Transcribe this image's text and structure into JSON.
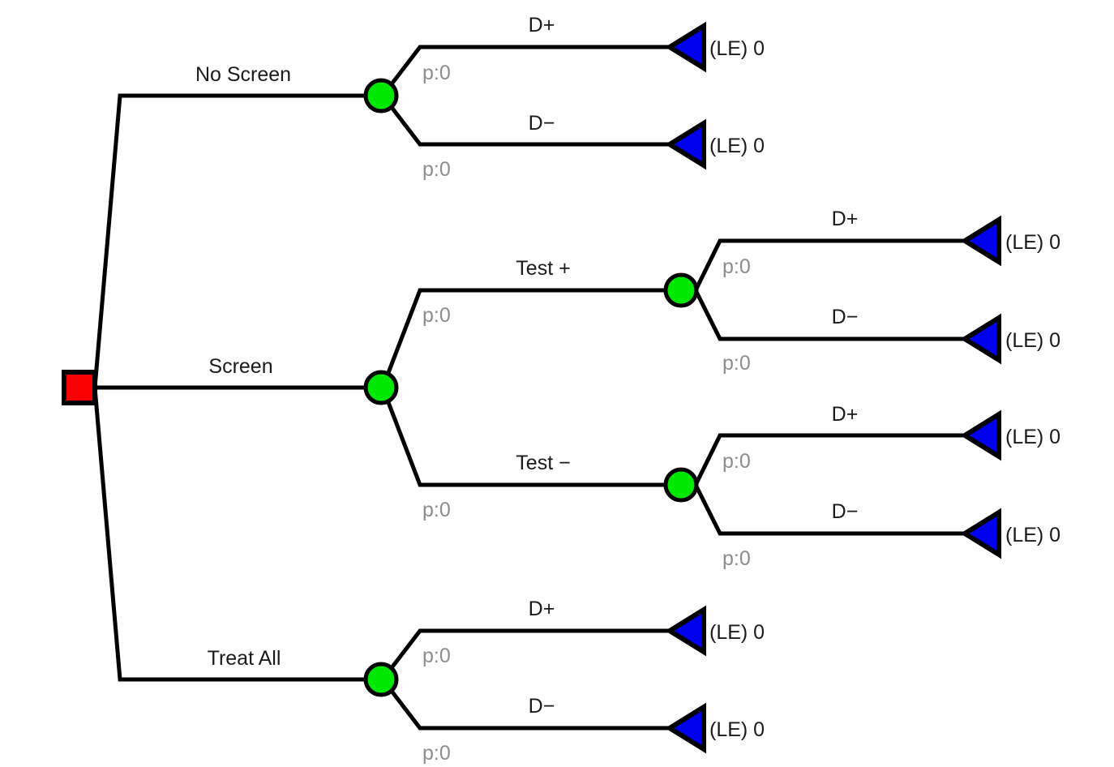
{
  "diagram": {
    "type": "decision-tree",
    "title": "",
    "background_color": "#ffffff",
    "node_colors": {
      "decision": "#fb0000",
      "chance": "#00e800",
      "terminal": "#0000ee",
      "line": "#000000",
      "probability_text": "#8c8c8c",
      "label_text": "#1a1a1a"
    }
  },
  "root": {
    "name": "root-decision-node",
    "node_type": "decision"
  },
  "branches": {
    "no_screen": {
      "label": "No Screen",
      "chance_node": "chance-node-no-screen",
      "outcomes": [
        {
          "label": "D+",
          "probability": "p:0",
          "payoff": "(LE) 0"
        },
        {
          "label": "D−",
          "probability": "p:0",
          "payoff": "(LE) 0"
        }
      ]
    },
    "screen": {
      "label": "Screen",
      "chance_node": "chance-node-screen",
      "outcomes": [
        {
          "label": "Test +",
          "probability": "p:0",
          "chance_node": "chance-node-test-positive",
          "outcomes": [
            {
              "label": "D+",
              "probability": "p:0",
              "payoff": "(LE) 0"
            },
            {
              "label": "D−",
              "probability": "p:0",
              "payoff": "(LE) 0"
            }
          ]
        },
        {
          "label": "Test −",
          "probability": "p:0",
          "chance_node": "chance-node-test-negative",
          "outcomes": [
            {
              "label": "D+",
              "probability": "p:0",
              "payoff": "(LE) 0"
            },
            {
              "label": "D−",
              "probability": "p:0",
              "payoff": "(LE) 0"
            }
          ]
        }
      ]
    },
    "treat_all": {
      "label": "Treat All",
      "chance_node": "chance-node-treat-all",
      "outcomes": [
        {
          "label": "D+",
          "probability": "p:0",
          "payoff": "(LE) 0"
        },
        {
          "label": "D−",
          "probability": "p:0",
          "payoff": "(LE) 0"
        }
      ]
    }
  }
}
